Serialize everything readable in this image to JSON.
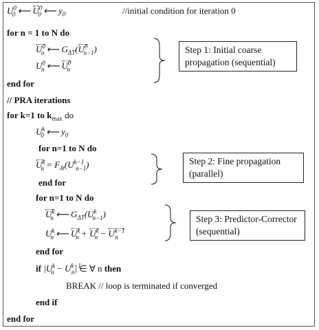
{
  "algorithm": {
    "comment_initial": "//initial condition for iteration 0",
    "for_n_N": "for n = 1 to N do",
    "end_for": "end for",
    "pra_comment": "// PRA iterations",
    "for_k": "for k=1 to k",
    "k_sub": "max",
    "do": "do",
    "for_n1": "for n=1 to N do",
    "if_kw": "if",
    "forall": "∈ ∀ n",
    "then": "then",
    "break_line": "BREAK // loop is terminated if converged",
    "end_if": "end if"
  },
  "steps": {
    "step1_line1": "Step 1: Initial coarse",
    "step1_line2": "propagation (sequential)",
    "step2_line1": "Step 2: Fine propagation",
    "step2_line2": "(parallel)",
    "step3_line1": "Step 3: Predictor-Corrector",
    "step3_line2": "(sequential)"
  }
}
